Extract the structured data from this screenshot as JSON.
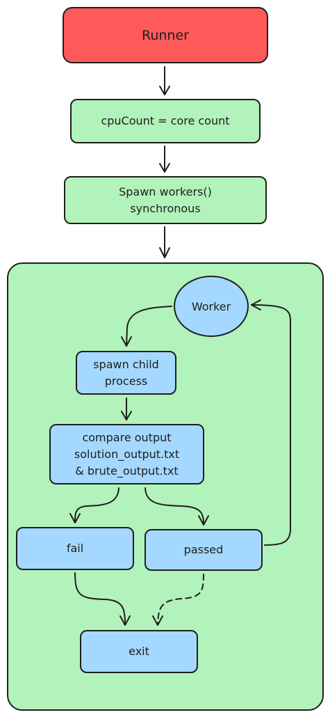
{
  "diagram": {
    "nodes": {
      "runner": "Runner",
      "cpu_count": "cpuCount = core count",
      "spawn_workers": "Spawn workers()\nsynchronous",
      "worker": "Worker",
      "spawn_child": "spawn child\nprocess",
      "compare_output": "compare output\nsolution_output.txt\n& brute_output.txt",
      "fail": "fail",
      "passed": "passed",
      "exit": "exit"
    },
    "colors": {
      "runner_fill": "#ff5a5a",
      "step_fill": "#b2f2bb",
      "worker_fill": "#a5d8ff",
      "stroke": "#1e1e1e"
    }
  }
}
